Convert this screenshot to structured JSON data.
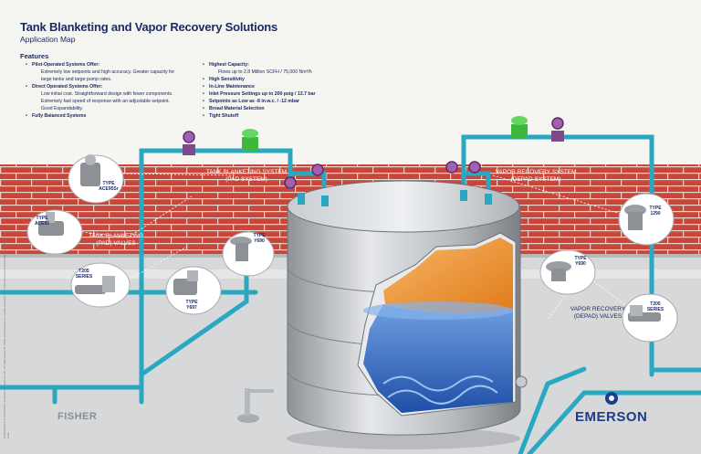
{
  "header": {
    "title": "Tank Blanketing and Vapor Recovery Solutions",
    "subtitle": "Application Map"
  },
  "features": {
    "heading": "Features",
    "left": [
      {
        "text": "Pilot-Operated Systems Offer:",
        "bold": true
      },
      {
        "text": "Extremely low setpoints and high accuracy. Greater capacity for",
        "sub": true
      },
      {
        "text": "large tanks and large pump rates.",
        "sub": true
      },
      {
        "text": "Direct Operated Systems Offer:",
        "bold": true
      },
      {
        "text": "Low initial cost. Straightforward design with fewer components.",
        "sub": true
      },
      {
        "text": "Extremely fast speed of response with an adjustable setpoint.",
        "sub": true
      },
      {
        "text": "Good Expandability.",
        "sub": true
      },
      {
        "text": "Fully Balanced Systems",
        "bold": true
      }
    ],
    "right": [
      {
        "text": "Highest Capacity:",
        "bold": true
      },
      {
        "text": "Flows up to 2.8 Million SCFH / 75,000 Nm³/h",
        "sub": true
      },
      {
        "text": "High Sensitivity",
        "bold": true
      },
      {
        "text": "In-Line Maintenance",
        "bold": true
      },
      {
        "text": "Inlet Pressure Settings up to 200 psig / 13.7 bar",
        "bold": true
      },
      {
        "text": "Setpoints as Low as -8 in.w.c. / -12 mbar",
        "bold": true
      },
      {
        "text": "Broad Material Selection",
        "bold": true
      },
      {
        "text": "Tight Shutoff",
        "bold": true
      }
    ]
  },
  "labels": {
    "pad_system": "TANK BLANKETING SYSTEM\n(PAD SYSTEM)",
    "depad_system": "VAPOR RECOVERY SYSTEM\n(DEPAD SYSTEM)",
    "pad_valves": "TANK BLANKETING\n(PAD) VALVES",
    "depad_valves": "VAPOR RECOVERY\n(DEPAD) VALVES"
  },
  "products": [
    {
      "type": "TYPE\nACE95Sr",
      "name": "ace95sr"
    },
    {
      "type": "TYPE\nACE95",
      "name": "ace95"
    },
    {
      "type": "TYPE\nY690",
      "name": "y690-left"
    },
    {
      "type": "T205\nSERIES",
      "name": "t205-series"
    },
    {
      "type": "TYPE\nY697",
      "name": "y697"
    },
    {
      "type": "TYPE\nY690",
      "name": "y690-right"
    },
    {
      "type": "TYPE\n1290",
      "name": "type-1290"
    },
    {
      "type": "T205\nSERIES",
      "name": "t205-series-right"
    }
  ],
  "brands": {
    "fisher": "FISHER",
    "emerson": "EMERSON"
  },
  "fineprint": "D351315X012 © 2012 Fisher Controls International LLC. All rights reserved. Fisher and Emerson are marks owned by one of the Emerson Process Management business units."
}
